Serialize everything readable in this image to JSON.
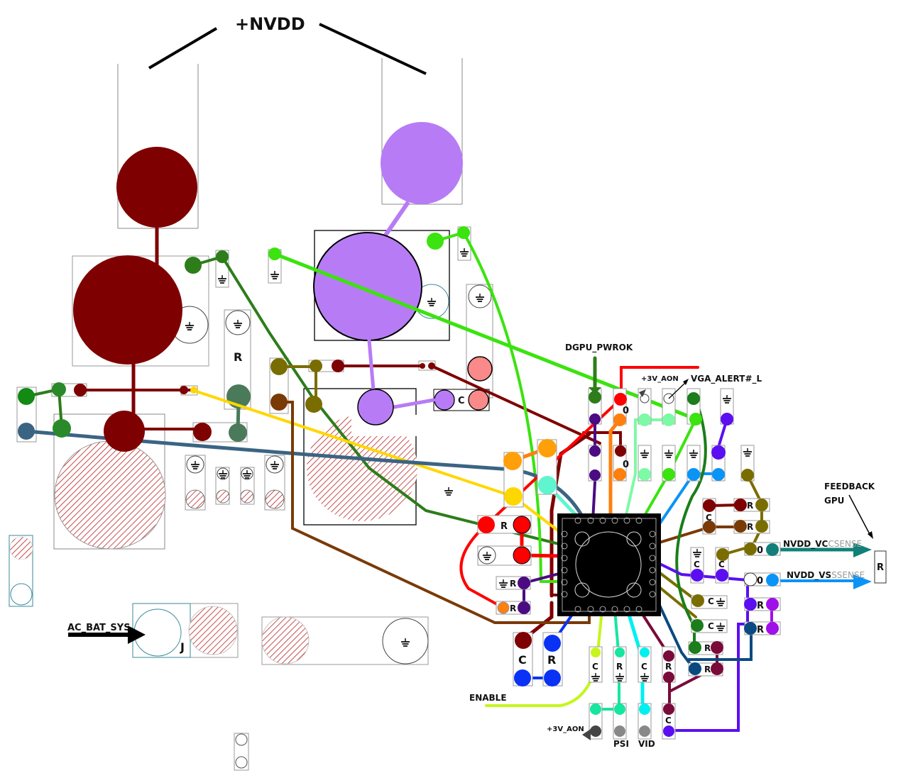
{
  "title": "+NVDD",
  "labels": {
    "dgpu_pwrok": "DGPU_PWROK",
    "aon_top": "+3V_AON",
    "vga_alert": "VGA_ALERT#_L",
    "feedback_line1": "FEEDBACK",
    "feedback_line2": "GPU",
    "vccsense_bold": "NVDD_VC",
    "vccsense_faint": "CSENSE",
    "vsssense_bold": "NVDD_VS",
    "vsssense_faint": "SSENSE",
    "feedback_r": "R",
    "enable": "ENABLE",
    "aon_bottom": "+3V_AON",
    "psi": "PSI",
    "vid": "VID",
    "ac_bat_sys": "AC_BAT_SYS",
    "jack": "J"
  },
  "component_letters": {
    "resistor": "R",
    "capacitor": "C",
    "zero_ohm": "0"
  },
  "net_colors": {
    "nvdd_power": "#7f0000",
    "purple_inductor": "#b77cf5",
    "green_feedback": "#2d7d1a",
    "lime": "#3be30f",
    "yellow": "#ffd700",
    "slate": "#3b6483",
    "brown": "#7a3a06",
    "olive": "#7a6d00",
    "red": "#ff0000",
    "orange": "#ff7f0f",
    "teal": "#108078",
    "sky": "#0a94f5",
    "violet": "#5b0ff0",
    "maroon": "#7a0a3a",
    "chartreuse": "#c6f51d",
    "mint": "#16e6a0",
    "cyan": "#00f0f0",
    "salmon": "#fa8a8a"
  }
}
